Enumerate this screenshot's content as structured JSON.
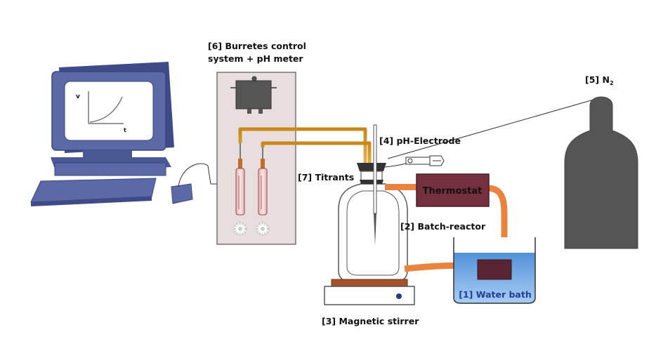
{
  "labels": {
    "burettes_line1": "[6] Burretes control",
    "burettes_line2": "system + pH meter",
    "nitrogen_prefix": "[5]  N",
    "nitrogen_sub": "2",
    "ph_electrode": "[4] pH-Electrode",
    "titrants": "[7] Titrants",
    "thermostat": "Thermostat",
    "batch_reactor": "[2] Batch-reactor",
    "water_bath": "[1] Water bath",
    "magnetic_stirrer": "[3] Magnetic stirrer"
  },
  "monitor_plot": {
    "y_label": "v",
    "x_label": "t"
  },
  "colors": {
    "computer": "#5b6aa6",
    "screen": "#ffffff",
    "panel": "#e8dede",
    "controller": "#555555",
    "cylinder": "#555555",
    "tubing": "#e3aa3a",
    "hose": "#e8843f",
    "thermostat": "#74303f",
    "water": "#5b9bd5",
    "stirrer_top": "#a5522b",
    "water_bath_label": "#1f3d99"
  }
}
